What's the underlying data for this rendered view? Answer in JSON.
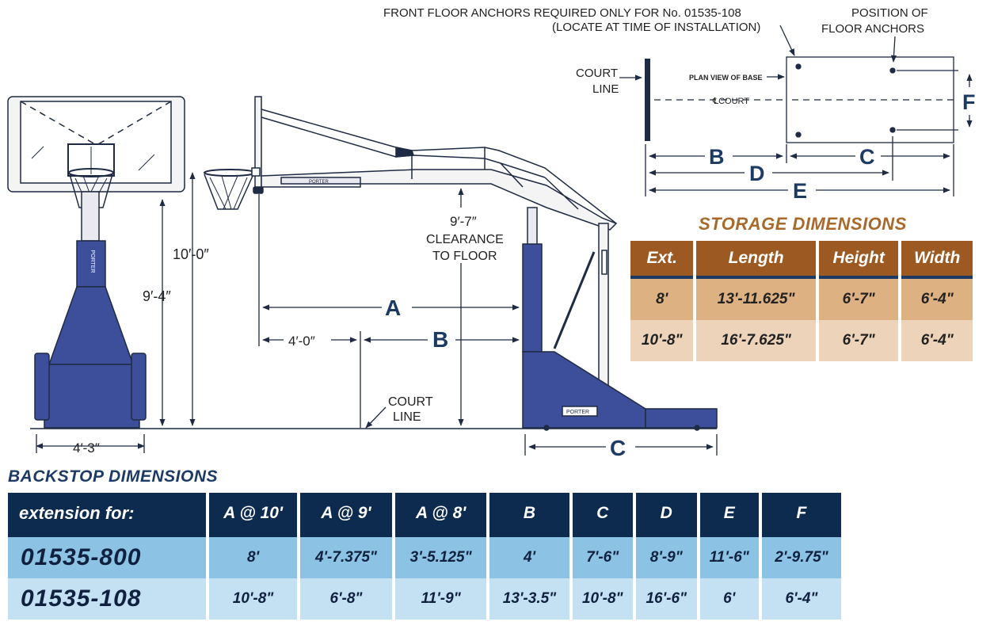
{
  "diagram": {
    "labels": {
      "front_anchor_note_1": "FRONT FLOOR ANCHORS REQUIRED ONLY FOR No. 01535-108",
      "front_anchor_note_2": "(LOCATE AT TIME OF INSTALLATION)",
      "position_of": "POSITION OF",
      "floor_anchors": "FLOOR ANCHORS",
      "court_line_top_1": "COURT",
      "court_line_top_2": "LINE",
      "plan_view": "PLAN VIEW OF BASE",
      "center_court": "℄COURT",
      "court_line_bottom_1": "COURT",
      "court_line_bottom_2": "LINE",
      "dim_10_0": "10′-0″",
      "dim_9_4": "9′-4″",
      "dim_4_3": "4′-3″",
      "dim_4_0": "4′-0″",
      "clearance_1": "9′-7″",
      "clearance_2": "CLEARANCE",
      "clearance_3": "TO FLOOR",
      "letter_A": "A",
      "letter_B_side": "B",
      "letter_C_side": "C",
      "letter_B_plan": "B",
      "letter_C_plan": "C",
      "letter_D_plan": "D",
      "letter_E_plan": "E",
      "letter_F_plan": "F",
      "brand_vertical": "PORTER",
      "brand_boom": "PORTER",
      "brand_base": "PORTER"
    },
    "colors": {
      "base_blue": "#3d4e9a",
      "navy": "#1c3a64",
      "outline": "#1f2a44"
    }
  },
  "storage": {
    "title": "STORAGE DIMENSIONS",
    "headers": [
      "Ext.",
      "Length",
      "Height",
      "Width"
    ],
    "rows": [
      [
        "8'",
        "13'-11.625\"",
        "6'-7\"",
        "6'-4\""
      ],
      [
        "10'-8\"",
        "16'-7.625\"",
        "6'-7\"",
        "6'-4\""
      ]
    ]
  },
  "backstop": {
    "title": "BACKSTOP DIMENSIONS",
    "headers": [
      "extension for:",
      "A @ 10'",
      "A @ 9'",
      "A @ 8'",
      "B",
      "C",
      "D",
      "E",
      "F"
    ],
    "rows": [
      [
        "01535-800",
        "8'",
        "4'-7.375\"",
        "3'-5.125\"",
        "4'",
        "7'-6\"",
        "8'-9\"",
        "11'-6\"",
        "2'-9.75\""
      ],
      [
        "01535-108",
        "10'-8\"",
        "6'-8\"",
        "11'-9\"",
        "13'-3.5\"",
        "10'-8\"",
        "16'-6\"",
        "6'",
        "6'-4\""
      ]
    ]
  }
}
